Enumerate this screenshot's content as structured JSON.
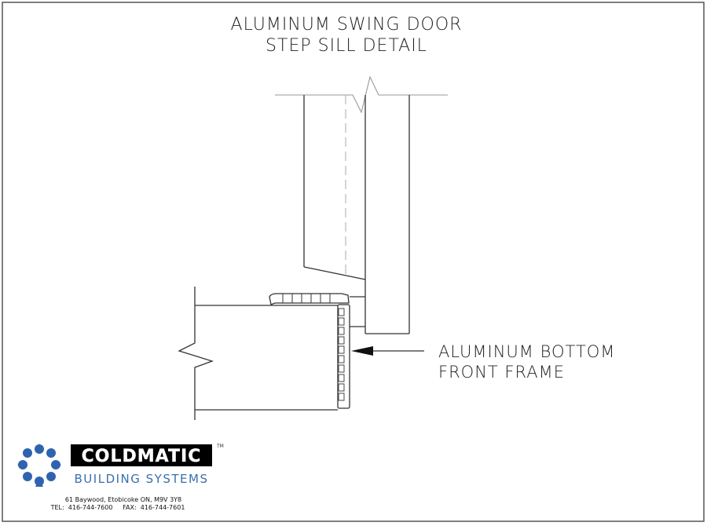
{
  "title": {
    "line1": "ALUMINUM SWING DOOR",
    "line2": "STEP SILL DETAIL"
  },
  "callout": {
    "line1": "ALUMINUM BOTTOM",
    "line2": "FRONT FRAME"
  },
  "logo": {
    "brand": "COLDMATIC",
    "trademark": "TM",
    "subtitle": "BUILDING SYSTEMS",
    "address": "61 Baywood, Etobicoke  ON, M9V 3Y8",
    "contact": "TEL:  416-744-7600     FAX:  416-744-7601",
    "colors": {
      "brand_bg": "#000000",
      "brand_text": "#ffffff",
      "subtitle": "#3a6fb0",
      "leaf": "#2f63b0"
    }
  }
}
